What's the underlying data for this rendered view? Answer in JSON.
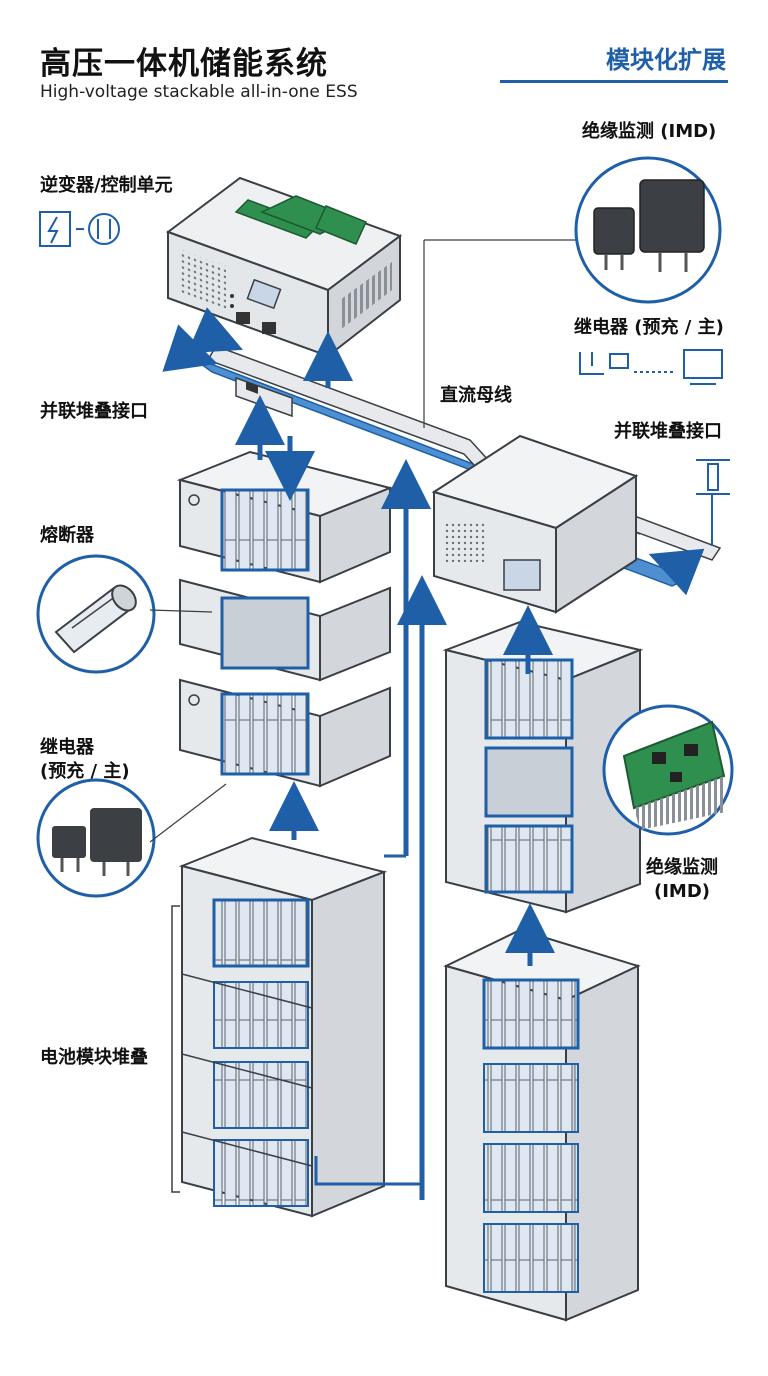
{
  "header": {
    "title": "高压一体机储能系统",
    "subtitle": "High-voltage stackable all-in-one ESS",
    "tag": "模块化扩展"
  },
  "labels": {
    "inverter_unit": "逆变器/控制单元",
    "parallel_interface_left": "并联堆叠接口",
    "fuse": "熔断器",
    "relay_left_line1": "继电器",
    "relay_left_line2": "(预充 / 主)",
    "battery_stack": "电池模块堆叠",
    "imd_top": "绝缘监测 (IMD)",
    "relay_right": "继电器 (预充 / 主)",
    "dc_bus": "直流母线",
    "parallel_interface_right": "并联堆叠接口",
    "imd_right_line1": "绝缘监测",
    "imd_right_line2": "(IMD)"
  },
  "colors": {
    "accent": "#1e5fa8",
    "cabinet": "#e9ecef",
    "cabinet_side": "#d5d9de",
    "outline": "#3a3f45",
    "pcb": "#2f8f4e",
    "copper": "#c87a45"
  }
}
